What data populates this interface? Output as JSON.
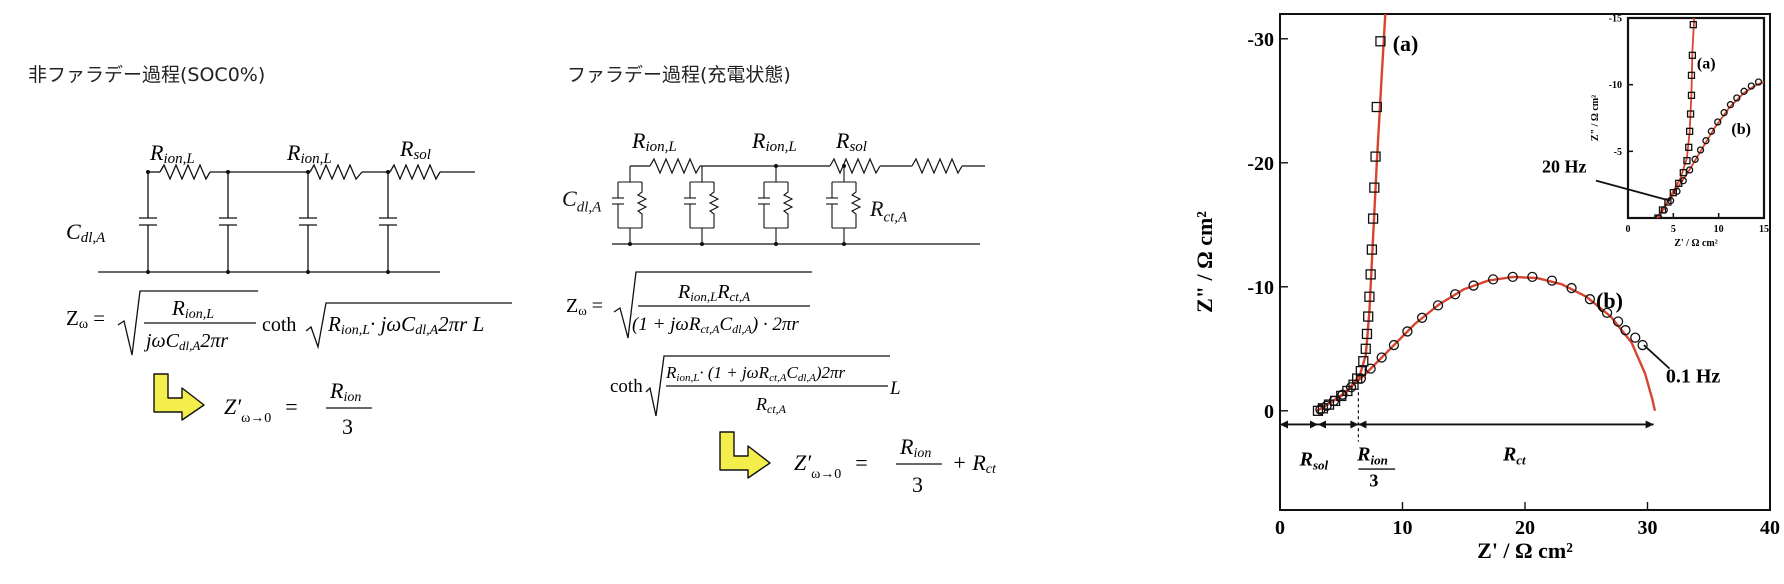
{
  "left": {
    "heading": "非ファラデー過程(SOC0%)",
    "c_label": [
      "C",
      "dl,A"
    ],
    "r_labels": [
      [
        "R",
        "ion,L"
      ],
      [
        "R",
        "ion,L"
      ],
      [
        "R",
        "sol"
      ]
    ],
    "eq_main": {
      "lhs": "Z",
      "lhs_sub": "ω",
      "num": [
        "R",
        "ion,L"
      ],
      "den": "jωC",
      "den_sub": "dl,A",
      "den_tail": "2πr",
      "coth": "coth",
      "rad": "R",
      "rad_sub": "ion,L",
      "rad_mid": "· jωC",
      "rad_sub2": "dl,A",
      "rad_tail": "2πr L"
    },
    "eq_limit": {
      "lhs": "Z′",
      "lhs_sub": "ω→0",
      "eq": "=",
      "num": "R",
      "num_sub": "ion",
      "den": "3"
    }
  },
  "middle": {
    "heading": "ファラデー過程(充電状態)",
    "c_label": [
      "C",
      "dl,A"
    ],
    "rct_label": [
      "R",
      "ct,A"
    ],
    "r_labels": [
      [
        "R",
        "ion,L"
      ],
      [
        "R",
        "ion,L"
      ],
      [
        "R",
        "sol"
      ]
    ],
    "eq_main": {
      "lhs": "Z",
      "lhs_sub": "ω",
      "num": "R",
      "num_sub": "ion,L",
      "num2": "R",
      "num2_sub": "ct,A",
      "den": "(1 + jωR",
      "den_sub": "ct,A",
      "den_mid": "C",
      "den_sub2": "dl,A",
      "den_tail": ") · 2πr"
    },
    "eq_coth": {
      "coth": "coth",
      "num": "R",
      "num_sub": "ion,L",
      "num_mid": "· (1 + jωR",
      "num_sub2": "ct,A",
      "num_mid2": "C",
      "num_sub3": "dl,A",
      "num_tail": ")2πr",
      "den": "R",
      "den_sub": "ct,A",
      "tail": "L"
    },
    "eq_limit": {
      "lhs": "Z′",
      "lhs_sub": "ω→0",
      "eq": "=",
      "num": "R",
      "num_sub": "ion",
      "den": "3",
      "plus": "+ R",
      "plus_sub": "ct"
    }
  },
  "chart_data": [
    {
      "type": "scatter",
      "xlabel": "Z' / Ω cm²",
      "ylabel": "Z\" / Ω cm²",
      "xlim": [
        0,
        40
      ],
      "ylim": [
        8,
        -32
      ],
      "x_ticks": [
        0,
        10,
        20,
        30,
        40
      ],
      "y_ticks": [
        -30,
        -20,
        -10,
        0
      ],
      "series": [
        {
          "name": "(a)",
          "marker": "square",
          "points": [
            [
              3.1,
              0
            ],
            [
              3.5,
              -0.2
            ],
            [
              4.0,
              -0.5
            ],
            [
              4.5,
              -0.8
            ],
            [
              5.0,
              -1.2
            ],
            [
              5.5,
              -1.6
            ],
            [
              6.0,
              -2.1
            ],
            [
              6.3,
              -2.6
            ],
            [
              6.6,
              -3.2
            ],
            [
              6.8,
              -4.0
            ],
            [
              7.0,
              -5.0
            ],
            [
              7.1,
              -6.2
            ],
            [
              7.2,
              -7.6
            ],
            [
              7.3,
              -9.2
            ],
            [
              7.4,
              -11.0
            ],
            [
              7.5,
              -13.0
            ],
            [
              7.6,
              -15.5
            ],
            [
              7.7,
              -18.0
            ],
            [
              7.8,
              -20.5
            ],
            [
              7.9,
              -24.5
            ],
            [
              8.2,
              -29.8
            ]
          ]
        },
        {
          "name": "(b)",
          "marker": "circle",
          "points": [
            [
              3.3,
              -0.1
            ],
            [
              3.8,
              -0.4
            ],
            [
              4.4,
              -0.8
            ],
            [
              5.1,
              -1.3
            ],
            [
              5.8,
              -1.9
            ],
            [
              6.6,
              -2.6
            ],
            [
              7.4,
              -3.4
            ],
            [
              8.3,
              -4.3
            ],
            [
              9.3,
              -5.3
            ],
            [
              10.4,
              -6.4
            ],
            [
              11.6,
              -7.5
            ],
            [
              12.9,
              -8.5
            ],
            [
              14.3,
              -9.4
            ],
            [
              15.8,
              -10.1
            ],
            [
              17.4,
              -10.6
            ],
            [
              19.0,
              -10.8
            ],
            [
              20.6,
              -10.8
            ],
            [
              22.2,
              -10.5
            ],
            [
              23.8,
              -9.9
            ],
            [
              25.3,
              -9.0
            ],
            [
              26.7,
              -7.9
            ],
            [
              27.6,
              -7.2
            ],
            [
              28.2,
              -6.5
            ],
            [
              29.0,
              -5.9
            ],
            [
              29.6,
              -5.3
            ]
          ]
        }
      ],
      "fit_lines": [
        {
          "name": "(a) fit",
          "color": "#d9442f",
          "points": [
            [
              3.0,
              0
            ],
            [
              4.2,
              -0.7
            ],
            [
              5.5,
              -1.6
            ],
            [
              6.5,
              -2.8
            ],
            [
              7.0,
              -4.5
            ],
            [
              7.3,
              -8.0
            ],
            [
              7.6,
              -14.0
            ],
            [
              7.9,
              -20.0
            ],
            [
              8.3,
              -27.0
            ],
            [
              8.6,
              -32.0
            ]
          ]
        },
        {
          "name": "(b) fit",
          "color": "#d9442f",
          "points": [
            [
              3.2,
              -0.1
            ],
            [
              5.0,
              -1.2
            ],
            [
              7.0,
              -3.0
            ],
            [
              9.0,
              -5.0
            ],
            [
              11.0,
              -7.0
            ],
            [
              13.0,
              -8.6
            ],
            [
              15.0,
              -9.8
            ],
            [
              17.0,
              -10.5
            ],
            [
              19.0,
              -10.8
            ],
            [
              21.0,
              -10.7
            ],
            [
              23.0,
              -10.2
            ],
            [
              25.0,
              -9.2
            ],
            [
              27.0,
              -7.6
            ],
            [
              28.7,
              -5.5
            ],
            [
              29.8,
              -3.0
            ],
            [
              30.4,
              -0.9
            ],
            [
              30.6,
              0
            ]
          ]
        }
      ],
      "annotations": {
        "a": "(a)",
        "b": "(b)",
        "freq": "0.1 Hz",
        "rsol": "R",
        "rsol_sub": "sol",
        "rion": "R",
        "rion_sub": "ion",
        "rion_den": "3",
        "rct": "R",
        "rct_sub": "ct"
      }
    },
    {
      "type": "scatter",
      "xlabel": "Z' / Ω cm²",
      "ylabel": "Z\" / Ω cm²",
      "xlim": [
        0,
        15
      ],
      "ylim": [
        0,
        -15
      ],
      "x_ticks": [
        0,
        5,
        10,
        15
      ],
      "y_ticks": [
        -15,
        -10,
        -5
      ],
      "series": [
        {
          "name": "(a)",
          "marker": "square",
          "points": [
            [
              3.3,
              0
            ],
            [
              3.8,
              -0.6
            ],
            [
              4.4,
              -1.2
            ],
            [
              5.0,
              -1.9
            ],
            [
              5.6,
              -2.6
            ],
            [
              6.1,
              -3.4
            ],
            [
              6.5,
              -4.3
            ],
            [
              6.7,
              -5.3
            ],
            [
              6.8,
              -6.5
            ],
            [
              6.9,
              -7.8
            ],
            [
              7.0,
              -9.2
            ],
            [
              7.0,
              -10.7
            ],
            [
              7.1,
              -12.2
            ],
            [
              7.2,
              -14.5
            ]
          ]
        },
        {
          "name": "(b)",
          "marker": "circle",
          "points": [
            [
              3.4,
              0
            ],
            [
              4.0,
              -0.6
            ],
            [
              4.7,
              -1.3
            ],
            [
              5.4,
              -2.0
            ],
            [
              6.1,
              -2.8
            ],
            [
              6.8,
              -3.6
            ],
            [
              7.4,
              -4.4
            ],
            [
              8.0,
              -5.1
            ],
            [
              8.6,
              -5.8
            ],
            [
              9.2,
              -6.5
            ],
            [
              9.9,
              -7.2
            ],
            [
              10.6,
              -7.9
            ],
            [
              11.3,
              -8.5
            ],
            [
              12.0,
              -9.0
            ],
            [
              12.8,
              -9.5
            ],
            [
              13.6,
              -9.9
            ],
            [
              14.4,
              -10.2
            ]
          ]
        }
      ],
      "fit_lines": [
        {
          "name": "(a) fit",
          "color": "#d9442f",
          "points": [
            [
              3.2,
              0
            ],
            [
              4.5,
              -1.4
            ],
            [
              5.8,
              -3.0
            ],
            [
              6.5,
              -4.5
            ],
            [
              6.8,
              -6.5
            ],
            [
              7.0,
              -9.5
            ],
            [
              7.1,
              -12.5
            ],
            [
              7.3,
              -15.0
            ]
          ]
        },
        {
          "name": "(b) fit",
          "color": "#d9442f",
          "points": [
            [
              3.3,
              0
            ],
            [
              5.0,
              -1.8
            ],
            [
              6.6,
              -3.4
            ],
            [
              8.0,
              -5.0
            ],
            [
              9.6,
              -6.8
            ],
            [
              11.2,
              -8.3
            ],
            [
              12.8,
              -9.4
            ],
            [
              14.2,
              -10.0
            ],
            [
              15.0,
              -10.2
            ]
          ]
        }
      ],
      "annotations": {
        "a": "(a)",
        "b": "(b)",
        "freq": "20 Hz"
      }
    }
  ]
}
